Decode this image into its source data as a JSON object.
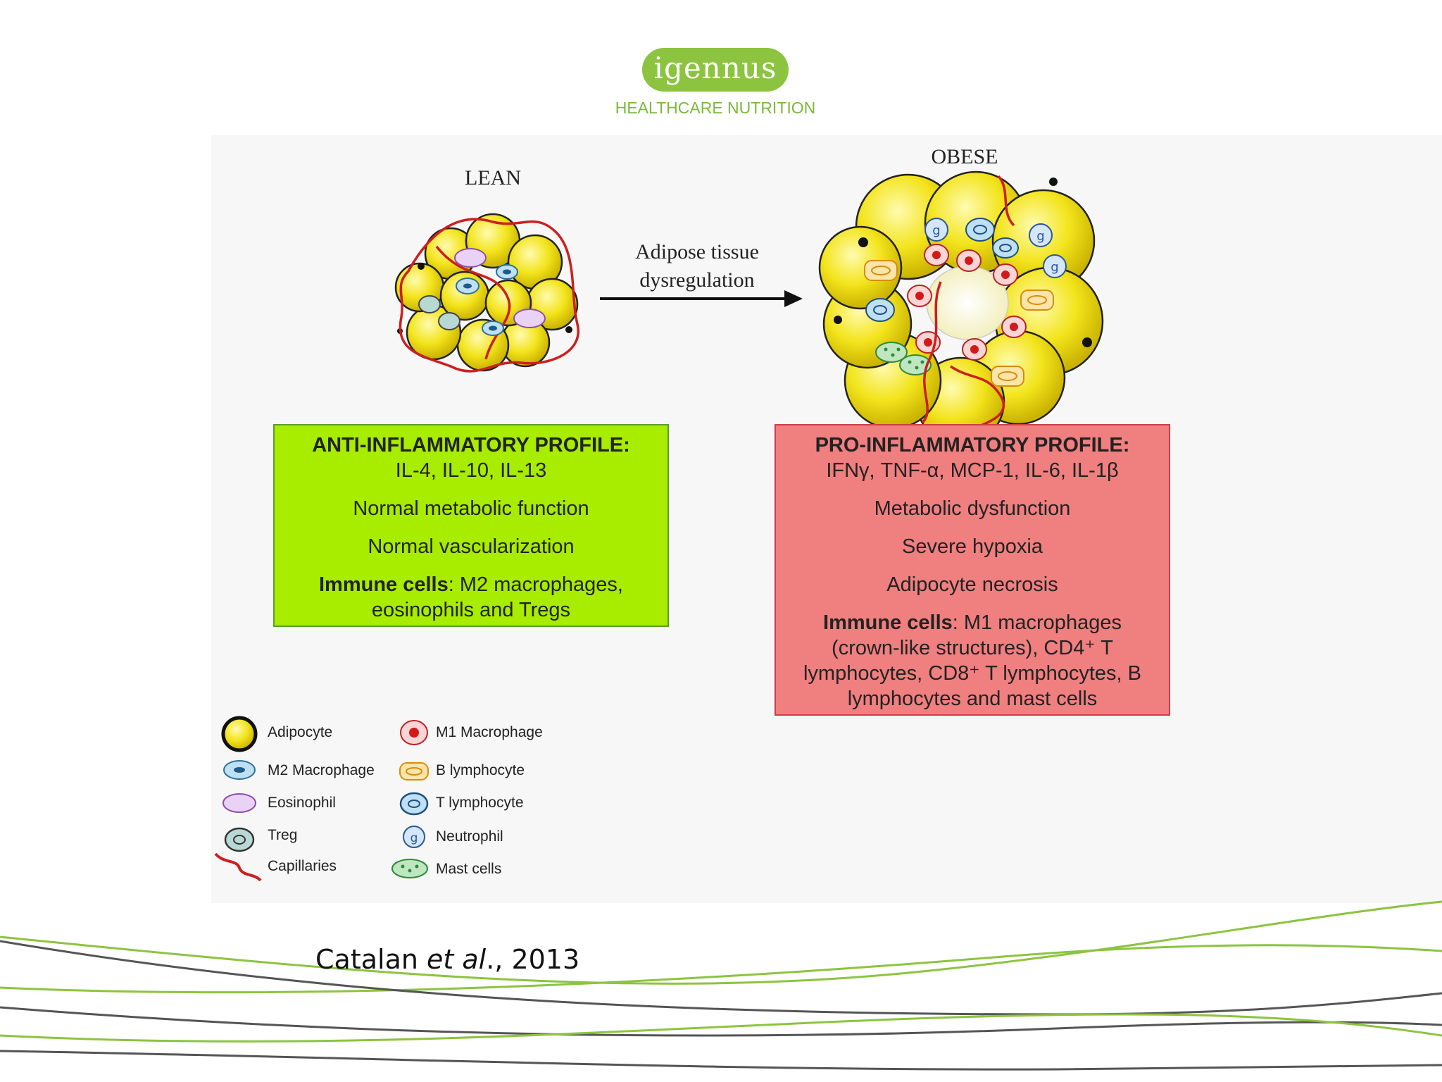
{
  "logo": {
    "brand": "igennus",
    "tagline": "HEALTHCARE NUTRITION"
  },
  "diagram": {
    "lean_title": "LEAN",
    "obese_title": "OBESE",
    "arrow_label_line1": "Adipose tissue",
    "arrow_label_line2": "dysregulation",
    "anti_profile": {
      "heading": "ANTI-INFLAMMATORY PROFILE:",
      "cytokines": "IL-4, IL-10, IL-13",
      "line1": "Normal metabolic function",
      "line2": "Normal vascularization",
      "immune_label": "Immune cells",
      "immune_text": ": M2 macrophages,",
      "immune_text2": "eosinophils and Tregs"
    },
    "pro_profile": {
      "heading": "PRO-INFLAMMATORY PROFILE:",
      "cytokines": "IFNγ, TNF-α, MCP-1, IL-6, IL-1β",
      "line1": "Metabolic dysfunction",
      "line2": "Severe hypoxia",
      "line3": "Adipocyte necrosis",
      "immune_label": "Immune cells",
      "immune_text": ": M1 macrophages",
      "immune_text2": "(crown-like structures), CD4⁺ T",
      "immune_text3": "lymphocytes, CD8⁺ T lymphocytes, B",
      "immune_text4": "lymphocytes and mast cells"
    },
    "legend": [
      {
        "label": "Adipocyte",
        "icon": "adipocyte-icon"
      },
      {
        "label": "M2 Macrophage",
        "icon": "m2-macrophage-icon"
      },
      {
        "label": "Eosinophil",
        "icon": "eosinophil-icon"
      },
      {
        "label": "Treg",
        "icon": "treg-icon"
      },
      {
        "label": "Capillaries",
        "icon": "capillary-icon"
      },
      {
        "label": "M1 Macrophage",
        "icon": "m1-macrophage-icon"
      },
      {
        "label": "B lymphocyte",
        "icon": "b-lymphocyte-icon"
      },
      {
        "label": "T lymphocyte",
        "icon": "t-lymphocyte-icon"
      },
      {
        "label": "Neutrophil",
        "icon": "neutrophil-icon"
      },
      {
        "label": "Mast cells",
        "icon": "mast-cell-icon"
      }
    ]
  },
  "citation": {
    "author": "Catalan ",
    "etal": "et al",
    "year": "., 2013"
  },
  "colors": {
    "brand_green": "#8cc43f",
    "anti_box": "#a8ec00",
    "pro_box": "#f07f80",
    "capillary": "#cc1f1f",
    "adipocyte": "#f3e41c"
  }
}
